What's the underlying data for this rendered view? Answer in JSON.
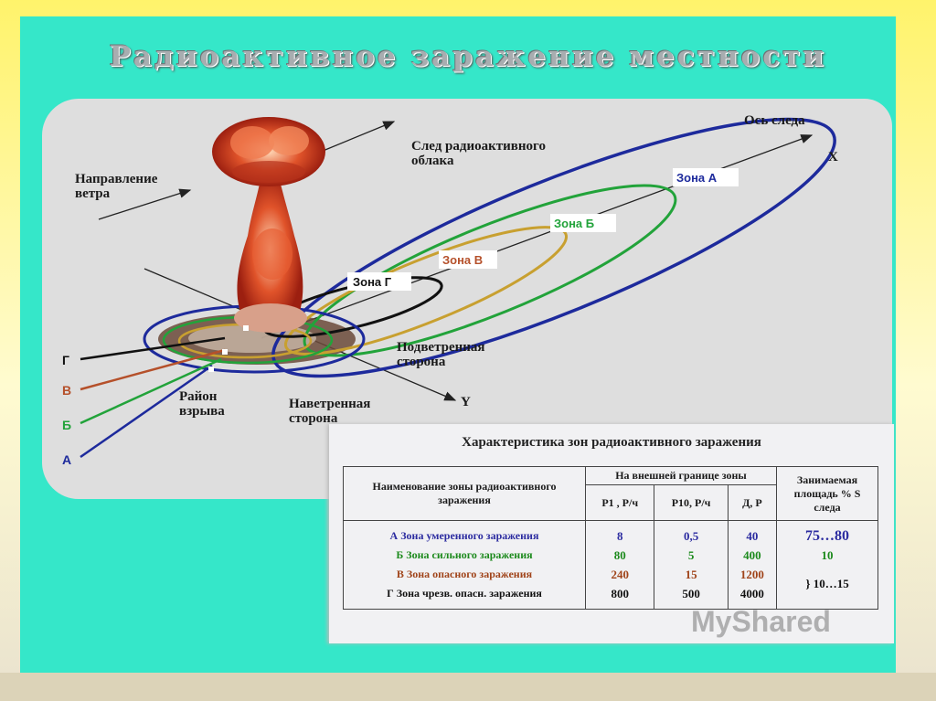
{
  "title": "Радиоактивное заражение местности",
  "diagram": {
    "wind_direction": [
      "Направление",
      "ветра"
    ],
    "trail_label": [
      "След радиоактивного",
      "облака"
    ],
    "trace_axis": "Ось следа",
    "axis_x": "X",
    "axis_y": "Y",
    "leeward": [
      "Подветренная",
      "сторона"
    ],
    "windward": [
      "Наветренная",
      "сторона"
    ],
    "blast_area": [
      "Район",
      "взрыва"
    ],
    "zones": [
      {
        "label": "Зона А",
        "letter": "А",
        "color": "#1d2a9c"
      },
      {
        "label": "Зона Б",
        "letter": "Б",
        "color": "#22a33a"
      },
      {
        "label": "Зона В",
        "letter": "В",
        "color": "#c8a030"
      },
      {
        "label": "Зона Г",
        "letter": "Г",
        "color": "#111111"
      }
    ],
    "side_letters": [
      {
        "letter": "Г",
        "color": "#111111"
      },
      {
        "letter": "В",
        "color": "#b5502a"
      },
      {
        "letter": "Б",
        "color": "#22a33a"
      },
      {
        "letter": "А",
        "color": "#1d2a9c"
      }
    ]
  },
  "table": {
    "title": "Характеристика зон радиоактивного заражения",
    "headers": {
      "name": "Наименование зоны радиоактивного заражения",
      "boundary": "На внешней границе зоны",
      "p1": "P1 , Р/ч",
      "p10": "P10, Р/ч",
      "d": "Д, Р",
      "area": "Занимаемая площадь % S следа"
    },
    "rows": [
      {
        "letter": "А",
        "name": "Зона умеренного заражения",
        "p1": "8",
        "p10": "0,5",
        "d": "40",
        "color": "#2c2ca0"
      },
      {
        "letter": "Б",
        "name": "Зона сильного заражения",
        "p1": "80",
        "p10": "5",
        "d": "400",
        "color": "#1c8a1c"
      },
      {
        "letter": "В",
        "name": "Зона опасного заражения",
        "p1": "240",
        "p10": "15",
        "d": "1200",
        "color": "#a0441a"
      },
      {
        "letter": "Г",
        "name": "Зона чрезв. опасн. заражения",
        "p1": "800",
        "p10": "500",
        "d": "4000",
        "color": "#111111"
      }
    ],
    "area": [
      "75…80",
      "10",
      "10…15"
    ]
  },
  "watermark": "MyShared"
}
